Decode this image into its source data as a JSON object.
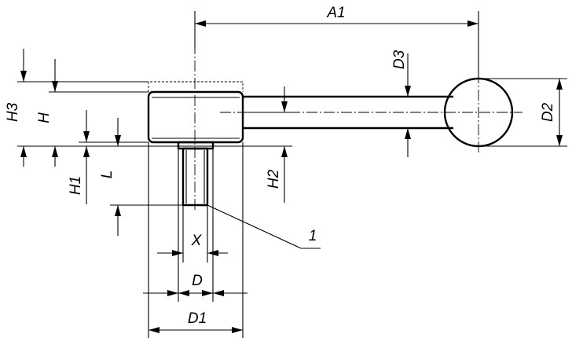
{
  "labels": {
    "A1": "A1",
    "D3": "D3",
    "D2": "D2",
    "H3": "H3",
    "H": "H",
    "H1": "H1",
    "L": "L",
    "H2": "H2",
    "X": "X",
    "D": "D",
    "D1": "D1",
    "item": "1"
  },
  "colors": {
    "line": "#000000",
    "background": "#ffffff"
  }
}
